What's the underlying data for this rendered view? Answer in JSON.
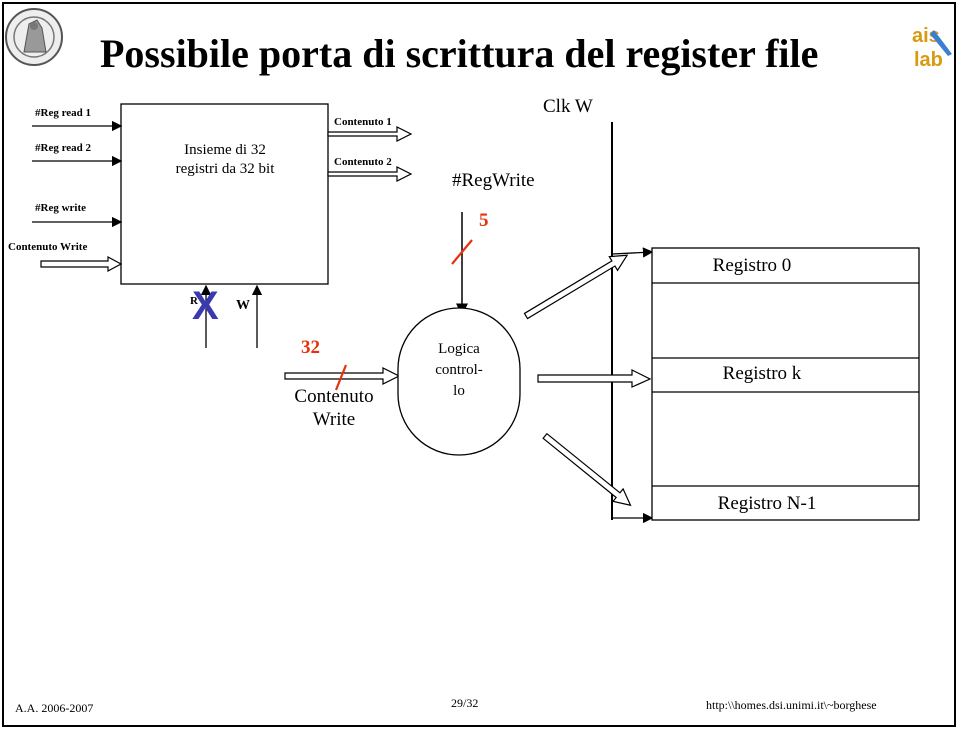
{
  "slide": {
    "title": "Possibile porta di scrittura del register file",
    "logo_text": "ais lab",
    "footer_left": "A.A. 2006-2007",
    "footer_center": "29/32",
    "footer_right": "http:\\\\homes.dsi.unimi.it\\~borghese"
  },
  "regfile": {
    "inputs": [
      "#Reg read 1",
      "#Reg read 2",
      "#Reg write",
      "Contenuto Write"
    ],
    "body_line1": "Insieme di 32",
    "body_line2": "registri da 32 bit",
    "outputs": [
      "Contenuto 1",
      "Contenuto 2"
    ],
    "r_label": "R",
    "x_mark": "X",
    "w_label": "W"
  },
  "clock": {
    "label": "Clk W"
  },
  "regwrite": {
    "label": "#RegWrite",
    "width": "5"
  },
  "data_in": {
    "width": "32",
    "label_line1": "Contenuto",
    "label_line2": "Write"
  },
  "logic": {
    "line1": "Logica",
    "line2": "control-",
    "line3": "lo"
  },
  "registers": [
    "Registro 0",
    "Registro k",
    "Registro N-1"
  ]
}
